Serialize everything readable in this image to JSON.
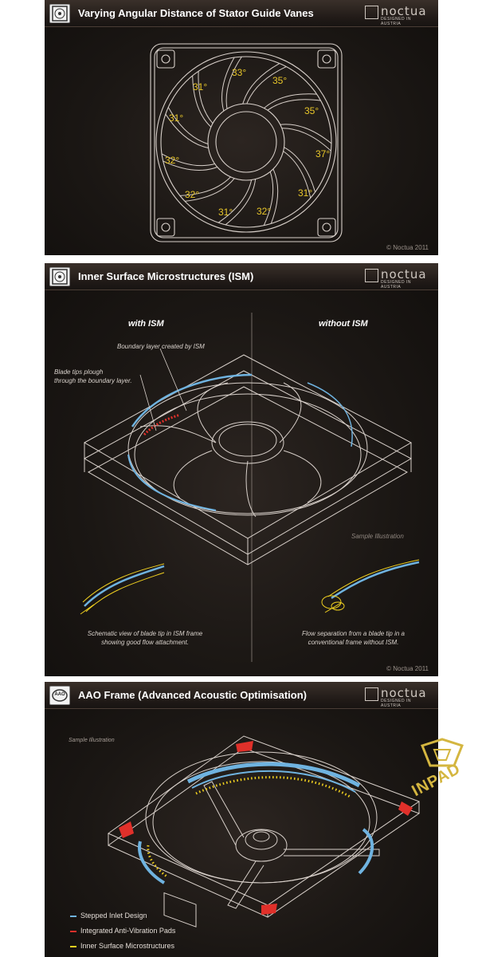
{
  "panel1": {
    "title": "Varying Angular Distance of Stator Guide Vanes",
    "brand": {
      "name": "noctua",
      "tagline": "DESIGNED IN AUSTRIA"
    },
    "angles": [
      "33°",
      "35°",
      "31°",
      "35°",
      "31°",
      "37°",
      "32°",
      "31°",
      "32°",
      "31°",
      "32°"
    ],
    "copyright": "© Noctua 2011"
  },
  "panel2": {
    "title": "Inner Surface Microstructures (ISM)",
    "brand": {
      "name": "noctua",
      "tagline": "DESIGNED IN AUSTRIA"
    },
    "with_ism": "with ISM",
    "without_ism": "without ISM",
    "boundary_label": "Boundary layer created by ISM",
    "blade_tips_line1": "Blade tips plough",
    "blade_tips_line2": "through the boundary layer.",
    "sample": "Sample Illustration",
    "caption_left_1": "Schematic view of blade tip in ISM frame",
    "caption_left_2": "showing good flow attachment.",
    "caption_right_1": "Flow separation from a blade tip in a",
    "caption_right_2": "conventional frame without ISM.",
    "copyright": "© Noctua 2011"
  },
  "panel3": {
    "title": "AAO Frame (Advanced Acoustic Optimisation)",
    "icon_label": "AAO",
    "brand": {
      "name": "noctua",
      "tagline": "DESIGNED IN AUSTRIA"
    },
    "sample": "Sample Illustration",
    "legend": [
      {
        "label": "Stepped Inlet Design",
        "color": "#6fb3e0"
      },
      {
        "label": "Integrated Anti-Vibration Pads",
        "color": "#e0302a"
      },
      {
        "label": "Inner Surface Microstructures",
        "color": "#f0d020"
      }
    ]
  },
  "watermark": "INPAD",
  "colors": {
    "angle": "#e8c62a",
    "line": "#d8d0ca",
    "blue": "#6fb3e0",
    "red": "#e0302a",
    "yellow": "#f0d020"
  }
}
